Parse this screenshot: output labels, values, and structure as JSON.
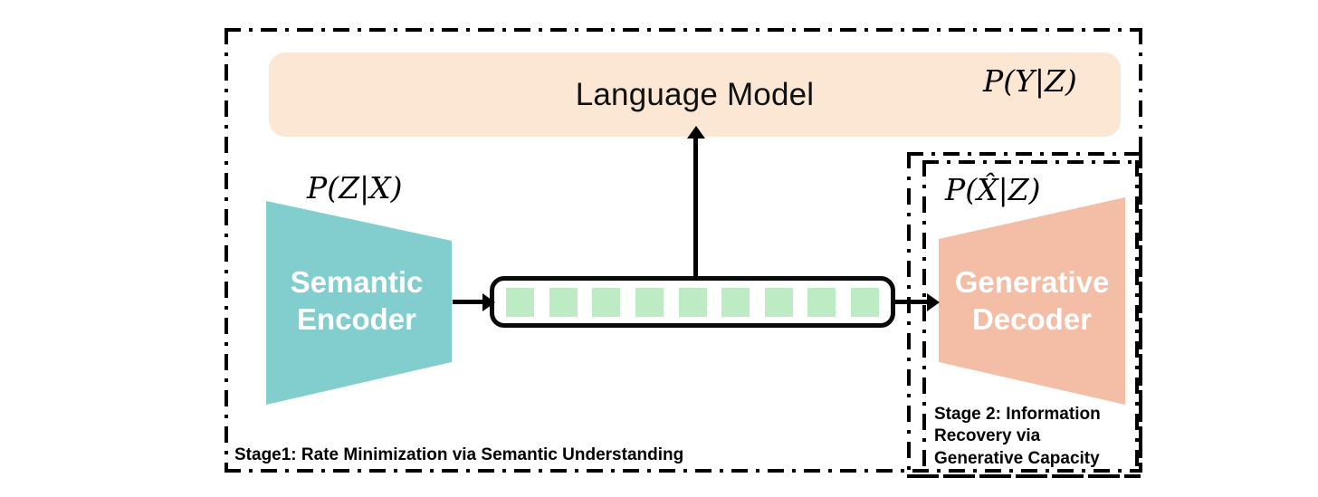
{
  "diagram": {
    "title": "Two-stage semantic communication framework",
    "language_model": {
      "label": "Language Model"
    },
    "encoder": {
      "line1": "Semantic",
      "line2": "Encoder"
    },
    "decoder": {
      "line1": "Generative",
      "line2": "Decoder"
    },
    "latent": {
      "token_count": 9,
      "token_color": "#BDEBC3"
    },
    "annotations": {
      "p_y_given_z": "P(Y|Z)",
      "p_z_given_x": "P(Z|X)",
      "p_xhat_given_z": "P(X̂|Z)"
    },
    "stages": {
      "stage1_caption": "Stage1: Rate Minimization via Semantic Understanding",
      "stage2_caption_line1": "Stage 2: Information",
      "stage2_caption_line2": "Recovery via",
      "stage2_caption_line3": "Generative Capacity"
    },
    "colors": {
      "language_model_fill": "#FBE7D4",
      "encoder_fill": "#82CDCD",
      "decoder_fill": "#F4BDA5",
      "token_fill": "#BDEBC3",
      "stroke": "#000000"
    }
  }
}
